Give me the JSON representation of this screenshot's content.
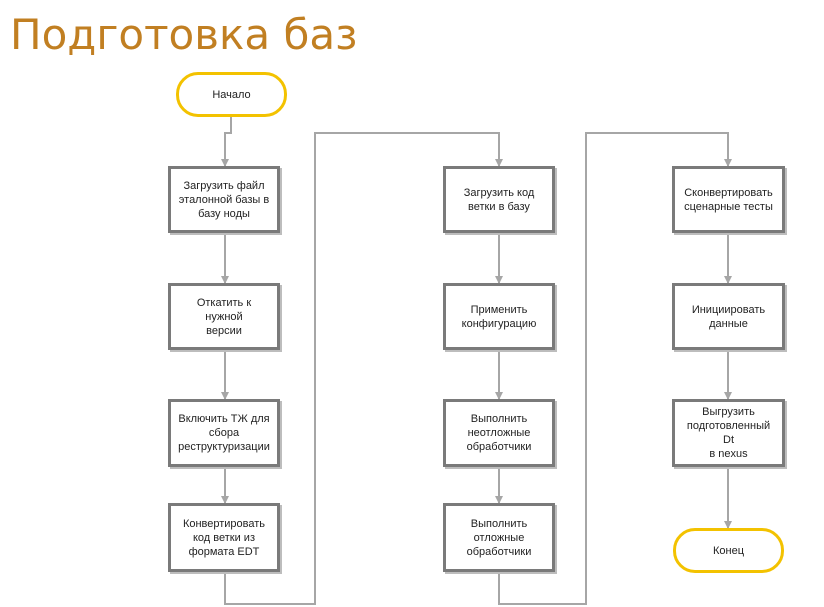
{
  "title": "Подготовка баз",
  "colors": {
    "title": "#c17f22",
    "terminal_border": "#f3c200",
    "node_border": "#7a7a7a",
    "connector": "#a6a6a6"
  },
  "terminals": {
    "start": "Начало",
    "end": "Конец"
  },
  "column1": [
    "Загрузить файл\nэталонной базы в\nбазу ноды",
    "Откатить к нужной\nверсии",
    "Включить ТЖ для\nсбора\nреструктуризации",
    "Конвертировать\nкод ветки из\nформата EDT"
  ],
  "column2": [
    "Загрузить код\nветки в базу",
    "Применить\nконфигурацию",
    "Выполнить\nнеотложные\nобработчики",
    "Выполнить\nотложные\nобработчики"
  ],
  "column3": [
    "Сконвертировать\nсценарные тесты",
    "Инициировать\nданные",
    "Выгрузить\nподготовленный Dt\nв nexus"
  ]
}
